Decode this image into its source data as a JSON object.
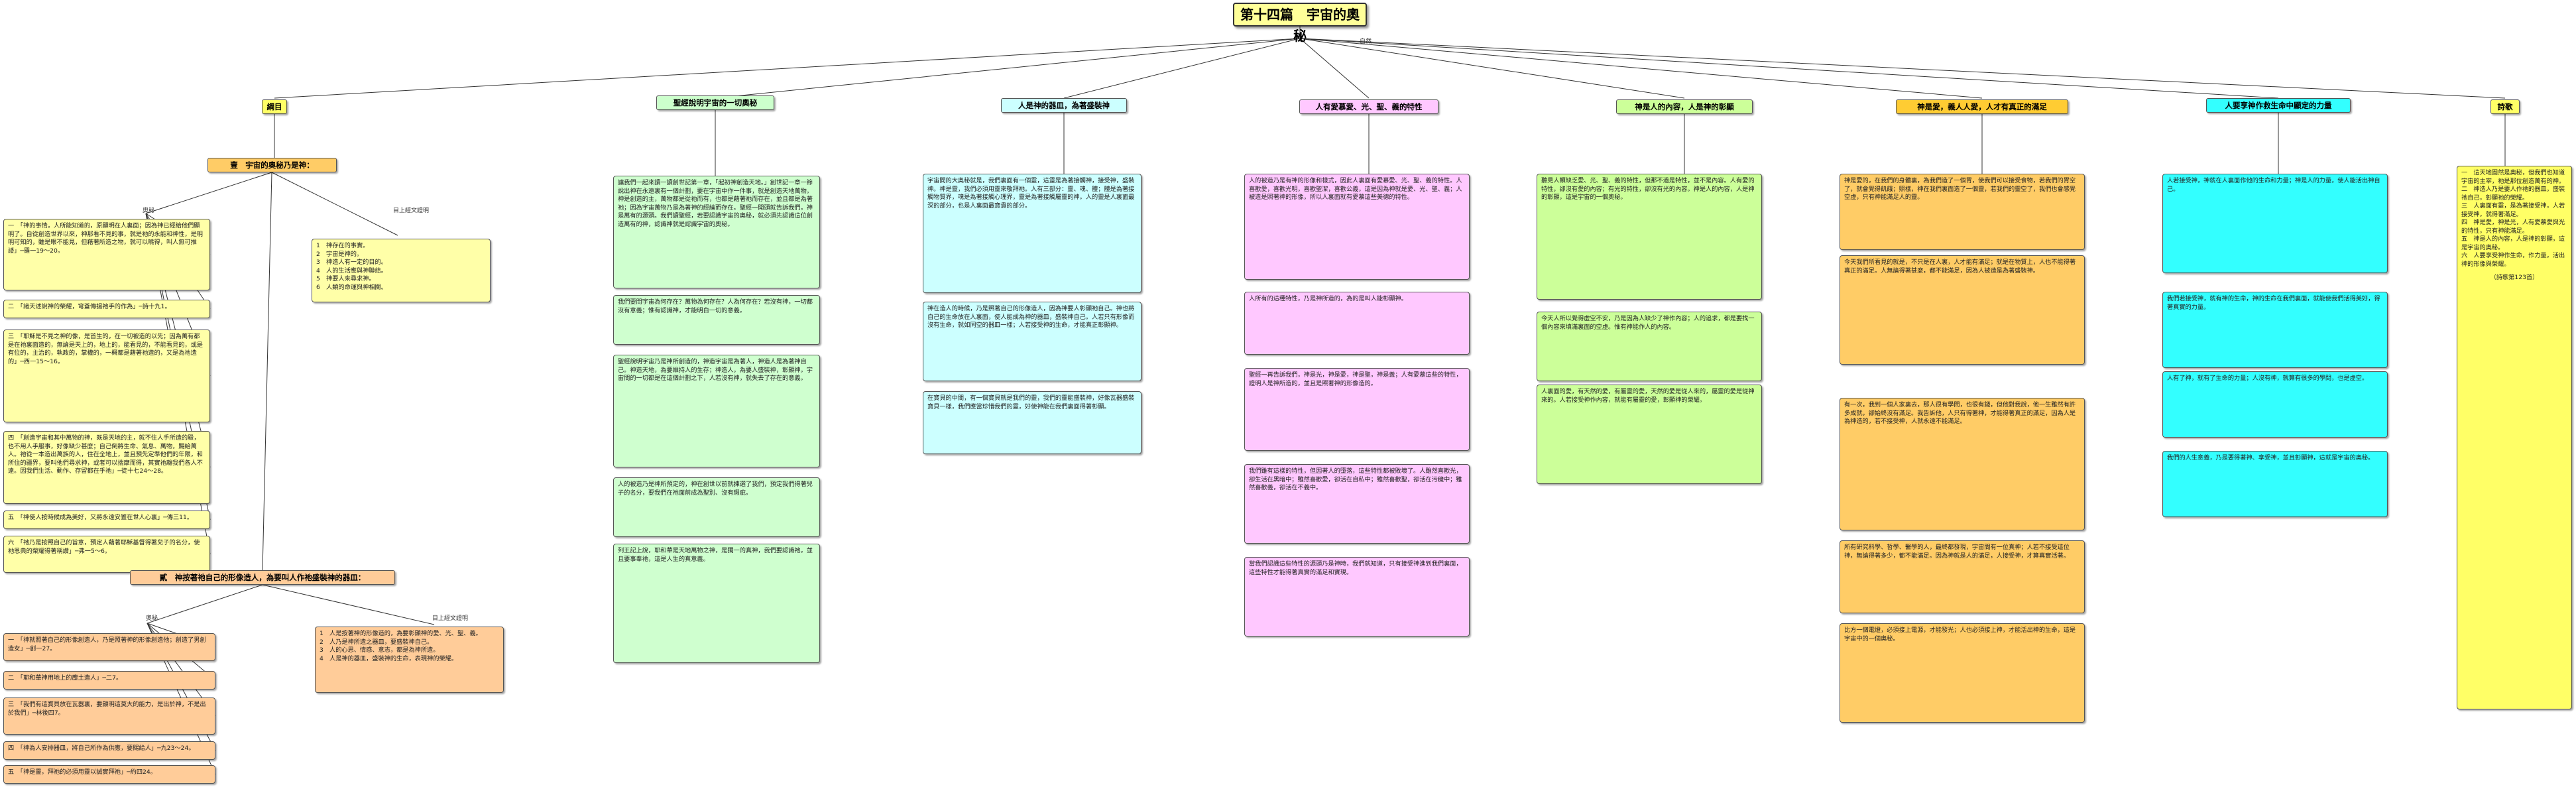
{
  "root": {
    "title": "第十四篇　宇宙的奧秘"
  },
  "root_caption": "自然",
  "branches": [
    {
      "title": "綱目",
      "color": "#ffff99"
    },
    {
      "title": "聖經說明宇宙的一切奧秘",
      "color": "#ccffcc"
    },
    {
      "title": "人是神的器皿，為著盛裝神",
      "color": "#ccffff"
    },
    {
      "title": "人有愛慕愛、光、聖、義的特性",
      "color": "#ffc8ff"
    },
    {
      "title": "神是人的內容，人是神的彰顯",
      "color": "#ccff99"
    },
    {
      "title": "神是愛，義人人愛，人才有真正的滿足",
      "color": "#ffcc33"
    },
    {
      "title": "人要享神作救生命中顯定的力量",
      "color": "#33ffff"
    },
    {
      "title": "詩歌",
      "color": "#ffff66"
    }
  ],
  "outline": {
    "sub1": "壹　宇宙的奧秘乃是神：",
    "sub1_left_caption": "奧秘",
    "sub1_right_caption": "目上經文證明",
    "sub2": "貳　神按著祂自己的形像造人，為要叫人作祂盛裝神的器皿：",
    "sub2_left_caption": "奧秘",
    "sub2_right_caption": "目上經文證明",
    "sub1_items": [
      "一　「神的事情，人所能知道的，原顯明在人裏面；因為神已經給他們顯明了。自從創造世界以來，神那看不見的事，就是祂的永能和神性，是明明可知的，雖是眼不能見，但藉著所造之物，就可以曉得，叫人無可推諉」─羅一19～20。",
      "二　「諸天述說神的榮耀，穹蒼傳揚祂手的作為」─詩十九1。",
      "三　「耶穌是不見之神的像，是首生的，在一切被造的以先；因為萬有都是在祂裏面造的，無論是天上的，地上的，能看見的，不能看見的，或是有位的，主治的，執政的，掌權的，一概都是藉著祂造的，又是為祂造的」─西一15～16。",
      "四　「創造宇宙和其中萬物的神，既是天地的主，就不住人手所造的殿，也不用人手服事，好像缺少甚麼；自己倒將生命、氣息、萬物，賜給萬人。祂從一本造出萬族的人，住在全地上，並且預先定準他們的年限，和所住的疆界，要叫他們尋求神，或者可以揣摩而得，其實祂離我們各人不遠。因我們生活、動作、存留都在乎祂」─徒十七24～28。",
      "五　「神使人按時候成為美好，又將永遠安置在世人心裏」─傳三11。",
      "六　「祂乃是按照自己的旨意，預定人藉著耶穌基督得著兒子的名分，使祂恩典的榮耀得著稱讚」─弗一5～6。"
    ],
    "sub1_list": [
      "1　神存在的事實。",
      "2　宇宙是神的。",
      "3　神造人有一定的目的。",
      "4　人的生活應與神聯結。",
      "5　神要人來尋求神。",
      "6　人類的命運與神相關。"
    ],
    "sub2_items": [
      "一　「神就照著自己的形像創造人，乃是照著神的形像創造他；創造了男創造女」─創一27。",
      "二　「耶和華神用地上的塵土造人」─二7。",
      "三　「我們有這寶貝放在瓦器裏，要顯明這莫大的能力，是出於神，不是出於我們」─林後四7。",
      "四　「神為人安排器皿，將自己所作為供應，要賜給人」─九23～24。",
      "五　「神是靈，拜祂的必須用靈以誠實拜祂」─約四24。"
    ],
    "sub2_list": [
      "1　人是按著神的形像造的，為要彰顯神的愛、光、聖、義。",
      "2　人乃是神所造之器皿，要盛裝神自己。",
      "3　人的心思、情感、意志，都是為神所造。",
      "4　人是神的器皿，盛裝神的生命，表現神的榮耀。"
    ]
  },
  "columns": {
    "green": [
      "讓我們一起來讀一讀創世記第一章，「起初神創造天地。」創世記一章一節說出神在永遠裏有一個計劃，要在宇宙中作一件事，就是創造天地萬物。神是創造的主，萬物都是從祂而有，也都是藉著祂而存在，並且都是為著祂；因為宇宙萬物乃是為著神的經綸而存在。聖經一開頭就告訴我們，神是萬有的源頭。我們讀聖經，若要認識宇宙的奧秘，就必須先認識這位創造萬有的神，認識神就是認識宇宙的奧秘。",
      "我們要問宇宙為何存在？萬物為何存在？人為何存在？若沒有神，一切都沒有意義；惟有認識神，才能明白一切的意義。",
      "聖經說明宇宙乃是神所創造的，神造宇宙是為著人，神造人是為著神自己。神造天地，為要維持人的生存；神造人，為要人盛裝神，彰顯神。宇宙間的一切都是在這個計劃之下，人若沒有神，就失去了存在的意義。",
      "人的被造乃是神所預定的，神在創世以前就揀選了我們，預定我們得著兒子的名分，要我們在祂面前成為聖別、沒有瑕疵。",
      "列王記上說，耶和華是天地萬物之神，是獨一的真神，我們要認識祂，並且要事奉祂，這是人生的真意義。"
    ],
    "cyan": [
      "宇宙間的大奧秘就是，我們裏面有一個靈，這靈是為著接觸神，接受神，盛裝神。神是靈，我們必須用靈來敬拜祂。人有三部分：靈、魂、體；體是為著接觸物質界，魂是為著接觸心理界，靈是為著接觸屬靈的神。人的靈是人裏面最深的部分，也是人裏面最寶貴的部分。",
      "神在造人的時候，乃是照著自己的形像造人，因為神要人彰顯祂自己。神也將自己的生命放在人裏面，使人能成為神的器皿，盛裝神自己。人若只有形像而沒有生命，就如同空的器皿一樣；人若接受神的生命，才能真正彰顯神。",
      "在寶貝的中間，有一個寶貝就是我們的靈，我們的靈能盛裝神，好像瓦器盛裝寶貝一樣，我們應當珍惜我們的靈，好使神能在我們裏面得著彰顯。"
    ],
    "pink": [
      "人的被造乃是有神的形像和樣式，因此人裏面有愛慕愛、光、聖、義的特性。人喜歡愛，喜歡光明，喜歡聖潔，喜歡公義，這是因為神就是愛、光、聖、義；人被造是照著神的形像，所以人裏面就有愛慕這些美德的特性。",
      "人所有的這種特性，乃是神所造的，為的是叫人能彰顯神。",
      "聖經一再告訴我們，神是光，神是愛，神是聖，神是義；人有愛慕這些的特性，證明人是神所造的，並且是照著神的形像造的。",
      "我們雖有這樣的特性，但因著人的墮落，這些特性都被敗壞了。人雖然喜歡光，卻生活在黑暗中；雖然喜歡愛，卻活在自私中；雖然喜歡聖，卻活在污穢中；雖然喜歡義，卻活在不義中。",
      "當我們認識這些特性的源頭乃是神時，我們就知道，只有接受神進到我們裏面，這些特性才能得著真實的滿足和實現。"
    ],
    "lime": [
      "聽見人類缺乏愛、光、聖、義的特性，但那不過是特性，並不是內容。人有愛的特性，卻沒有愛的內容；有光的特性，卻沒有光的內容。神是人的內容，人是神的彰顯，這是宇宙的一個奧秘。",
      "今天人所以覺得虛空不安，乃是因為人缺少了神作內容；人的追求，都是要找一個內容來填滿裏面的空虛。惟有神能作人的內容。",
      "人裏面的愛，有天然的愛，有屬靈的愛，天然的愛是從人來的，屬靈的愛是從神來的。人若接受神作內容，就能有屬靈的愛，彰顯神的榮耀。"
    ],
    "orange": [
      "神是愛的，在我們的身體裏，為我們造了一個胃，使我們可以接受食物，若我們的胃空了，就會覺得飢餓；照樣，神在我們裏面造了一個靈，若我們的靈空了，我們也會感覺空虛，只有神能滿足人的靈。",
      "今天我們所看見的就是，不只是在人裏，人才能有滿足；就是在物質上，人也不能得著真正的滿足。人無論得著甚麼，都不能滿足，因為人被造是為著盛裝神。",
      "有一次，我到一個人家裏去，那人很有學問，也很有錢，但他對我說，他一生雖然有許多成就，卻始終沒有滿足。我告訴他，人只有得著神，才能得著真正的滿足，因為人是為神造的，若不接受神，人就永遠不能滿足。",
      "所有研究科學、哲學、醫學的人，最終都發現，宇宙間有一位真神；人若不接受這位神，無論得著多少，都不能滿足。因為神就是人的滿足，人接受神，才算真實活著。",
      "比方一個電燈，必須接上電源，才能發光；人也必須接上神，才能活出神的生命，這是宇宙中的一個奧秘。"
    ],
    "aqua": [
      "人若接受神，神就在人裏面作他的生命和力量；神是人的力量，使人能活出神自己。",
      "我們若接受神，就有神的生命，神的生命在我們裏面，就能使我們活得美好，得著真實的力量。",
      "人有了神，就有了生命的力量；人沒有神，就算有很多的學問，也是虛空。",
      "我們的人生意義，乃是要得著神、享受神，並且彰顯神，這就是宇宙的奧秘。"
    ],
    "poem": {
      "stanzas": [
        "一　這天地固然是奧秘，但我們也知道宇宙的主宰，祂是那位創造萬有的神。",
        "二　神造人乃是要人作祂的器皿，盛裝祂自己，彰顯祂的榮耀。",
        "三　人裏面有靈，是為著接受神，人若接受神，就得著滿足。",
        "四　神是愛，神是光，人有愛慕愛與光的特性，只有神能滿足。",
        "五　神是人的內容，人是神的彰顯，這是宇宙的奧秘。",
        "六　人要享受神作生命，作力量，活出神的形像與榮耀。"
      ],
      "footer": "（詩歌第123首）"
    }
  },
  "connector_label": "奧秘"
}
